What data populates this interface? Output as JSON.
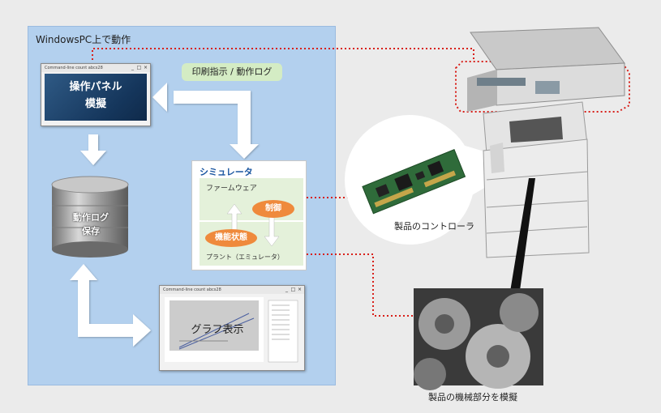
{
  "pc_area": {
    "title": "WindowsPC上で動作"
  },
  "operation_panel": {
    "window_title": "Command-line count abcs28",
    "label_line1": "操作パネル",
    "label_line2": "模擬"
  },
  "command_label": "印刷指示 / 動作ログ",
  "simulator": {
    "title": "シミュレータ",
    "firmware": "ファームウェア",
    "control": "制御",
    "function_state": "機能状態",
    "plant": "プラント（エミュレータ）"
  },
  "log_store": {
    "line1": "動作ログ",
    "line2": "保存"
  },
  "graph_window": {
    "window_title": "Command-line count abcs28",
    "label": "グラフ表示"
  },
  "controller_label": "製品のコントローラ",
  "mechanism_label": "製品の機械部分を模擬",
  "window_buttons": [
    "_",
    "□",
    "×"
  ],
  "colors": {
    "pc_panel": "#b3d0ee",
    "accent_orange": "#ef8a3c",
    "dotted_link": "#d8201a",
    "sim_title": "#1a56a0",
    "green_label": "#d4ecc4"
  }
}
